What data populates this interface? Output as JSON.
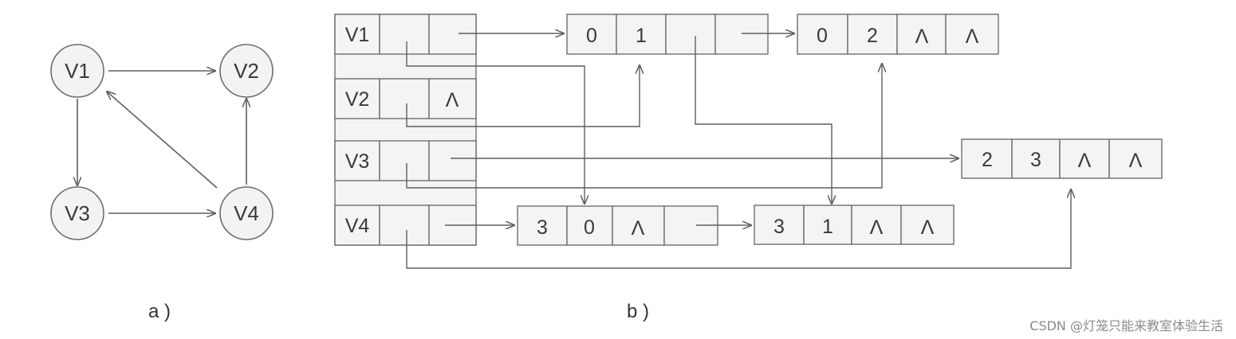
{
  "graph": {
    "nodes": [
      "V1",
      "V2",
      "V3",
      "V4"
    ],
    "edges": [
      {
        "from": "V1",
        "to": "V2"
      },
      {
        "from": "V1",
        "to": "V3"
      },
      {
        "from": "V3",
        "to": "V4"
      },
      {
        "from": "V4",
        "to": "V2"
      },
      {
        "from": "V4",
        "to": "V1"
      }
    ]
  },
  "orthogonal_list": {
    "vertex_rows": [
      {
        "label": "V1",
        "first_in": "",
        "first_out": ""
      },
      {
        "label": "V2",
        "first_in": "",
        "first_out": "Λ"
      },
      {
        "label": "V3",
        "first_in": "",
        "first_out": ""
      },
      {
        "label": "V4",
        "first_in": "",
        "first_out": ""
      }
    ],
    "arc_nodes": {
      "a01": [
        "0",
        "1",
        "",
        ""
      ],
      "a02": [
        "0",
        "2",
        "Λ",
        "Λ"
      ],
      "a23": [
        "2",
        "3",
        "Λ",
        "Λ"
      ],
      "a30": [
        "3",
        "0",
        "Λ",
        ""
      ],
      "a31": [
        "3",
        "1",
        "Λ",
        "Λ"
      ]
    }
  },
  "captions": {
    "a": "a )",
    "b": "b )"
  },
  "watermark": "CSDN @灯笼只能来教室体验生活"
}
